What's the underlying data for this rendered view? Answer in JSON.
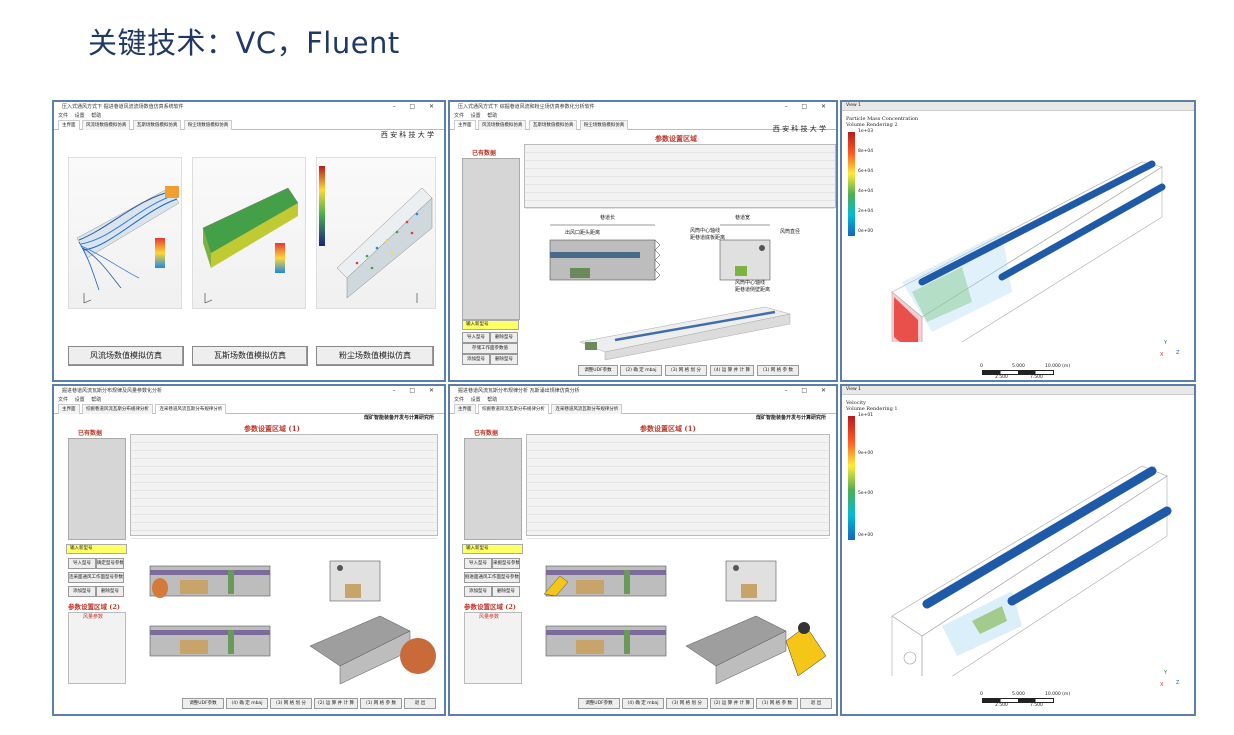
{
  "slide": {
    "title": "关键技术：VC，Fluent"
  },
  "panel_tl": {
    "window_title": "压入式通风方式下 掘进巷道风流流场数值仿真系统软件",
    "menu": [
      "文件",
      "设置",
      "帮助"
    ],
    "tabs": [
      "主界面",
      "风流场数值模拟仿真",
      "瓦斯场数值模拟仿真",
      "粉尘场数值模拟仿真"
    ],
    "org": "西 安 科 技 大 学",
    "buttons": [
      "风流场数值模拟仿真",
      "瓦斯场数值模拟仿真",
      "粉尘场数值模拟仿真"
    ]
  },
  "panel_tm": {
    "window_title": "压入式通风方式下 综掘巷道风流和粉尘场仿真参数化分析软件",
    "menu": [
      "文件",
      "设置",
      "帮助"
    ],
    "tabs": [
      "主界面",
      "风流场数值模拟仿真",
      "瓦斯场数值模拟仿真",
      "粉尘场数值模拟仿真"
    ],
    "org": "西 安 科 技 大 学",
    "section_title": "参数设置区域",
    "existing_data": "已有数据",
    "input_field": "输入新型号",
    "side_buttons": [
      "导入型号",
      "删除型号",
      "存储工作面参数值",
      "添加型号",
      "删除型号"
    ],
    "diagram_labels": {
      "left_top": "巷道长",
      "left_inner": "出风口距头距离",
      "right_top": "巷道宽",
      "right_side": "风筒直径",
      "axis_label": "风筒中心轴线",
      "axis_dist": "距巷道底板距离",
      "axis_label2": "风筒中心轴线",
      "axis_dist2": "距巷道侧壁距离"
    },
    "bottom_buttons": [
      "调整UDF参数",
      "(2) 确 定 mbaj",
      "(3) 网 格 划 分",
      "(4) 运 算 并 计 算",
      "(1) 网 格 参 数"
    ]
  },
  "panel_tr": {
    "topbar": "View 1",
    "title1": "Particle Mass Concentration",
    "title2": "Volume Rendering 2",
    "colorbar_labels": [
      "1e+03",
      "8e+04",
      "6e+04",
      "4e+04",
      "2e+04",
      "0e+00"
    ],
    "scale_labels": [
      "0",
      "5.000",
      "10.000 (m)",
      "2.500",
      "7.500"
    ],
    "axes": [
      "Y",
      "X",
      "Z"
    ]
  },
  "panel_bl": {
    "window_title": "掘进巷道风流瓦斯分布规律及风量参数化分析",
    "menu": [
      "文件",
      "设置",
      "帮助"
    ],
    "tabs": [
      "主界面",
      "综掘巷道风流瓦斯分布规律分析",
      "连采巷道风流瓦斯分布规律分析"
    ],
    "section_title": "参数设置区域 (1)",
    "section_title2": "参数设置区域 (2)",
    "org": "煤矿智能装备开发与计算研究所",
    "existing_data": "已有数据",
    "input_field": "输入新型号",
    "side_buttons": [
      "导入型号",
      "确定型号参数",
      "连采面通风工作面型号参数",
      "添加型号",
      "删除型号"
    ],
    "wind_params": "风量参数",
    "bottom_buttons": [
      "调整UDF参数",
      "(4) 确 定 mbaj",
      "(3) 网 格 划 分",
      "(2) 运 算 并 计 算",
      "(1) 网 格 参 数",
      "退 出"
    ]
  },
  "panel_bm": {
    "window_title": "掘进巷道风流瓦斯分布规律分析 瓦斯涌出规律仿真分析",
    "menu": [
      "文件",
      "设置",
      "帮助"
    ],
    "tabs": [
      "主界面",
      "综掘巷道风流瓦斯分布规律分析",
      "连采巷道风流瓦斯分布规律分析"
    ],
    "section_title": "参数设置区域 (1)",
    "section_title2": "参数设置区域 (2)",
    "org": "煤矿智能装备开发与计算研究所",
    "existing_data": "已有数据",
    "input_field": "输入新型号",
    "side_buttons": [
      "导入型号",
      "采掘型号参数",
      "掘进面通风工作面型号参数",
      "添加型号",
      "删除型号"
    ],
    "wind_params": "风量参数",
    "bottom_buttons": [
      "调整UDF参数",
      "(4) 确 定 mbaj",
      "(3) 网 格 划 分",
      "(2) 运 算 并 计 算",
      "(1) 网 格 参 数",
      "退 出"
    ]
  },
  "panel_br": {
    "topbar": "View 1",
    "title1": "Velocity",
    "title2": "Volume Rendering 1",
    "colorbar_labels": [
      "1e+01",
      "9e+00",
      "5e+00",
      "0e+00"
    ],
    "scale_labels": [
      "0",
      "5.000",
      "10.000 (m)",
      "2.500",
      "7.500"
    ],
    "axes": [
      "Y",
      "X",
      "Z"
    ]
  },
  "colors": {
    "title": "#1f3864",
    "panel_border": "#5b7fa8",
    "accent_red": "#c0392b",
    "highlight_yellow": "#ffff66"
  }
}
